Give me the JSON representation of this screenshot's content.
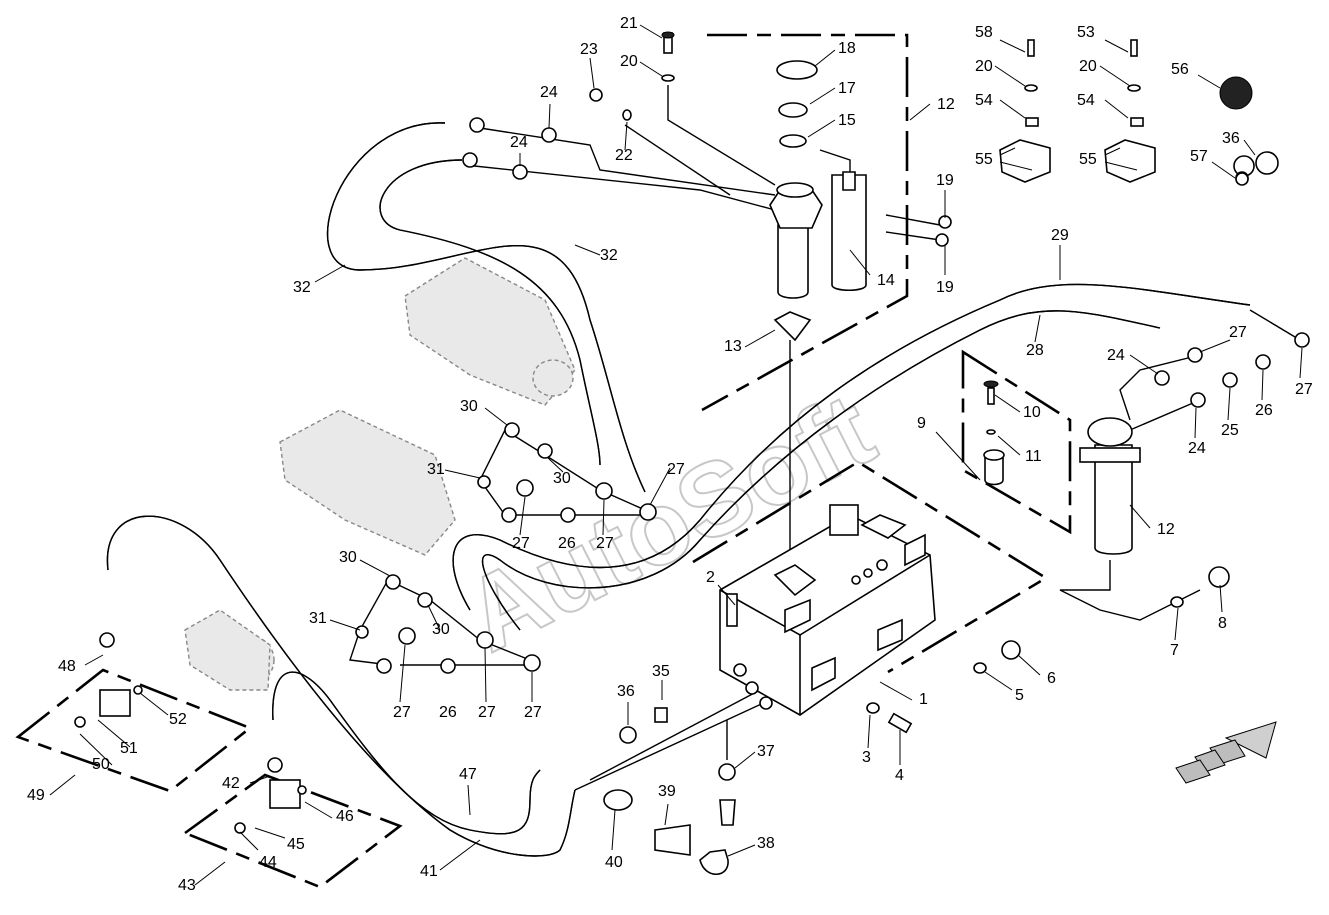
{
  "watermark": "AutoSoft",
  "callouts": [
    "1",
    "2",
    "3",
    "4",
    "5",
    "6",
    "7",
    "8",
    "9",
    "10",
    "11",
    "12",
    "12",
    "13",
    "14",
    "15",
    "17",
    "18",
    "19",
    "19",
    "20",
    "20",
    "20",
    "21",
    "22",
    "23",
    "24",
    "24",
    "24",
    "24",
    "25",
    "26",
    "26",
    "26",
    "27",
    "27",
    "27",
    "27",
    "27",
    "27",
    "27",
    "27",
    "28",
    "29",
    "30",
    "30",
    "30",
    "30",
    "31",
    "31",
    "32",
    "32",
    "35",
    "36",
    "36",
    "37",
    "38",
    "39",
    "40",
    "41",
    "42",
    "43",
    "44",
    "45",
    "46",
    "47",
    "48",
    "49",
    "50",
    "51",
    "52",
    "53",
    "54",
    "54",
    "55",
    "55",
    "56",
    "57",
    "58"
  ]
}
